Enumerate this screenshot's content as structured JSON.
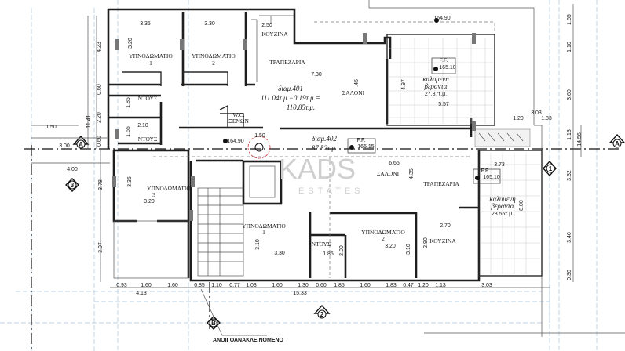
{
  "watermark": {
    "brand": "KADS",
    "sub": "ESTATES"
  },
  "markers": {
    "a_left": "A",
    "a_right": "A",
    "one": "1",
    "two": "2",
    "three": "3",
    "b": "B"
  },
  "note": "ΑΝΟΙΓΟΑΝΑΚΛΕΙΝΟΜΕΝΟ",
  "apt401": {
    "title": "διαμ.401",
    "area_calc": "111.04τ.μ.−0.19τ.μ.=",
    "area_net": "110.85τ.μ.",
    "bedroom1": {
      "name": "ΥΠΝΟΔΩΜΑΤΙΟ",
      "num": "1",
      "w": "3.35",
      "h": "3.20"
    },
    "bedroom2": {
      "name": "ΥΠΝΟΔΩΜΑΤΙΟ",
      "num": "2",
      "w": "3.30"
    },
    "kitchen": {
      "name": "ΚΟΥΖΙΝΑ",
      "w": "2.50"
    },
    "dining": "ΤΡΑΠΕΖΑΡΙΑ",
    "living": {
      "name": "ΣΑΛΟΝΙ",
      "w": "7.30",
      "h": ".45"
    },
    "shower1": {
      "name": "ΝΤΟΥΣ",
      "h": "1.85"
    },
    "shower2": {
      "name": "ΝΤΟΥΣ",
      "h": "1.65",
      "w": "2.10"
    },
    "wc": {
      "l1": "W.C.",
      "l2": "ΞΕΝΩΝ"
    },
    "veranda": {
      "l1": "καλυμενη",
      "l2": "βεραντα",
      "area": "27.87τ.μ.",
      "w": "5.57",
      "h": "4.97",
      "level_tag": "F.F.",
      "level": "165.10"
    },
    "level_top": "164.90",
    "dims_right": {
      "a": "3.03",
      "b": "1.20",
      "c": "1.83"
    }
  },
  "apt402": {
    "title": "διαμ.402",
    "area": "87.52τ.μ.",
    "level_tag": "F.F.",
    "level": "165.15",
    "living": {
      "name": "ΣΑΛΟΝΙ",
      "w": "6.65",
      "h": "4.35"
    },
    "dining": "ΤΡΑΠΕΖΑΡΙΑ",
    "kitchen": {
      "name": "ΚΟΥΖΙΝΑ",
      "w": "2.70",
      "h": "2.90"
    },
    "bedroom1": {
      "name": "ΥΠΝΟΔΩΜΑΤΙΟ",
      "num": "1",
      "w": "3.30",
      "h": "3.10"
    },
    "bedroom2": {
      "name": "ΥΠΝΟΔΩΜΑΤΙΟ",
      "num": "2",
      "w": "3.20",
      "h": "3.10"
    },
    "bedroom3": {
      "name": "ΥΠΝΟΔΩΜΑΤΙΟ",
      "num": "3",
      "w": "3.20",
      "h": "3.35"
    },
    "shower": {
      "name": "ΝΤΟΥΣ",
      "w": "1.85",
      "h": "2.00"
    },
    "veranda": {
      "l1": "καλυμενη",
      "l2": "βεραντα",
      "area": "23.55τ.μ.",
      "w": "3.73",
      "h": "8.00",
      "level_tag": "F.F.",
      "level": "165.10"
    }
  },
  "landing": {
    "level": "164.90",
    "radius": "1.50"
  },
  "dims_left": {
    "total": "11.41",
    "d1": "4.23",
    "d2": "0.60",
    "d3": "2.20",
    "d4": "0.60",
    "h1": "1.50",
    "h2": "3.00",
    "h3": "4.00",
    "d5": "3.78",
    "d6": "3.07"
  },
  "dims_right": {
    "d1": "1.65",
    "d2": "1.10",
    "d3": "3.60",
    "d4": "1.13",
    "total": "14.56",
    "d5": "3.32",
    "d6": "3.46",
    "d7": "0.30"
  },
  "dims_bottom": [
    "0.93",
    "1.60",
    "1.60",
    "0.85",
    "1.10",
    "0.77",
    "1.03",
    "1.60",
    "1.30",
    "0.60",
    "1.85",
    "1.60",
    "1.83",
    "0.47",
    "1.20",
    "1.13",
    "3.03"
  ],
  "dims_bottom_totals": {
    "left": "4.13",
    "main": "15.33"
  }
}
